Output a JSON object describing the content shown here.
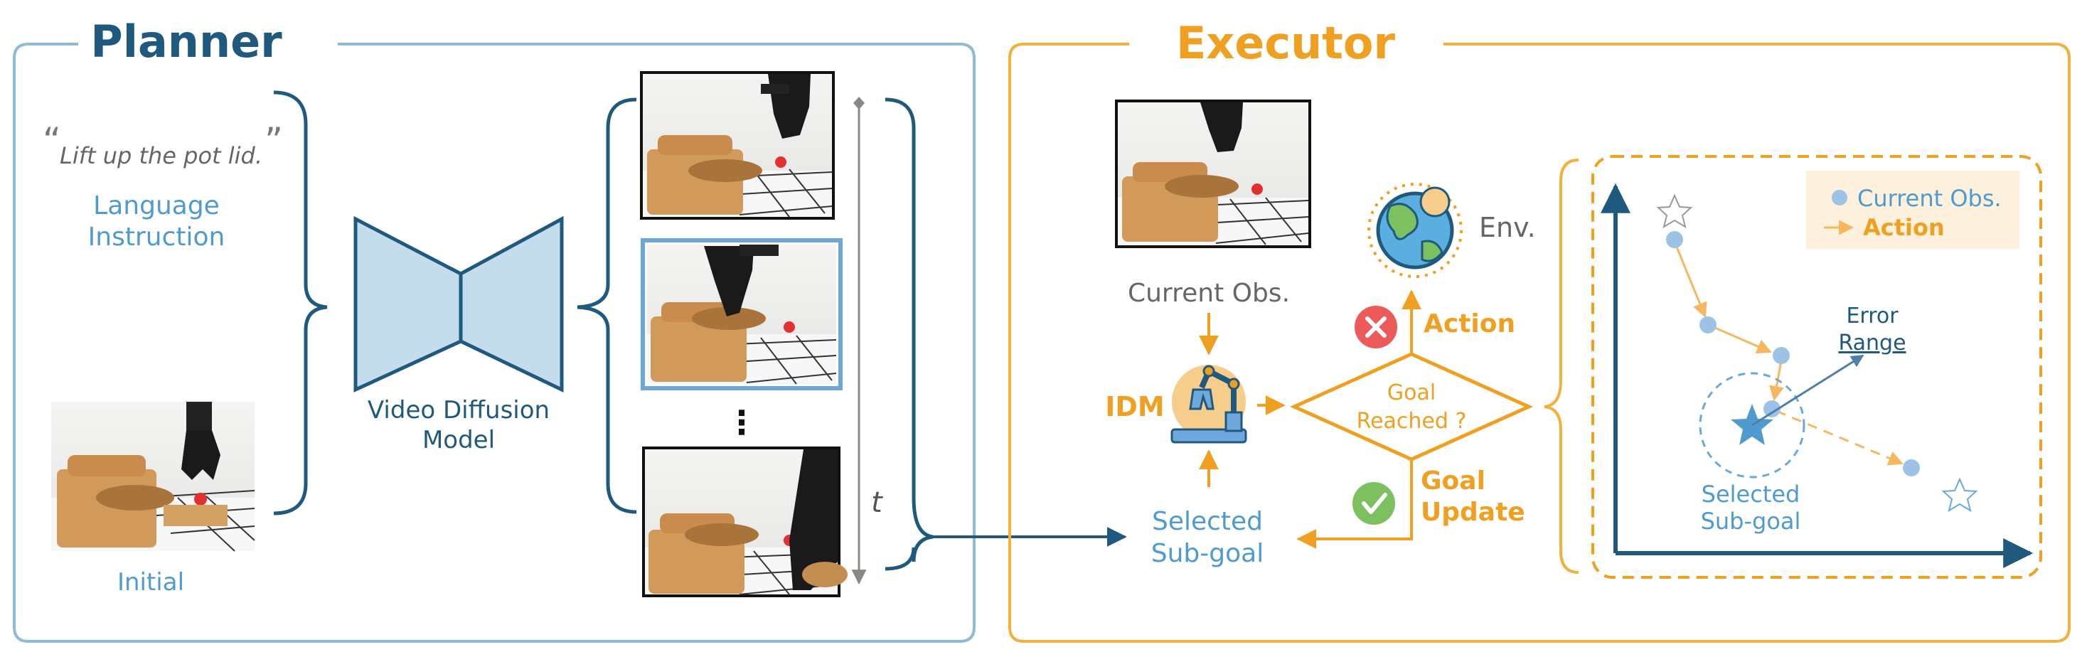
{
  "planner": {
    "title": "Planner",
    "instruction_quote": "Lift up the pot lid.",
    "open_quote": "“",
    "close_quote": "”",
    "language_label_line1": "Language",
    "language_label_line2": "Instruction",
    "initial_label": "Initial",
    "model_label_line1": "Video Diffusion",
    "model_label_line2": "Model",
    "ellipsis": "⋮",
    "time_label": "t"
  },
  "executor": {
    "title": "Executor",
    "current_obs_label": "Current Obs.",
    "idm_label": "IDM",
    "env_label": "Env.",
    "action_label": "Action",
    "goal_reached_line1": "Goal",
    "goal_reached_line2": "Reached ?",
    "goal_update_line1": "Goal",
    "goal_update_line2": "Update",
    "selected_subgoal_line1": "Selected",
    "selected_subgoal_line2": "Sub-goal"
  },
  "plot": {
    "legend_current_obs": "Current Obs.",
    "legend_action": "Action",
    "error_label": "Error",
    "range_label": "Range",
    "selected_subgoal_line1": "Selected",
    "selected_subgoal_line2": "Sub-goal"
  },
  "colors": {
    "planner_dark": "#1f5a7e",
    "planner_light": "#4f9bd0",
    "planner_border": "#8fbbd6",
    "executor_orange": "#f0a020",
    "executor_border": "#f2b13c",
    "gray_text": "#666666",
    "plot_point": "#9cc3e6",
    "legend_bg": "#fdf0dc",
    "red_badge": "#ec5a5a",
    "green_badge": "#7cc05f"
  },
  "icons": {
    "env": "globe-icon",
    "idm": "robot-arm-icon",
    "fail": "cross-icon",
    "success": "check-icon"
  }
}
